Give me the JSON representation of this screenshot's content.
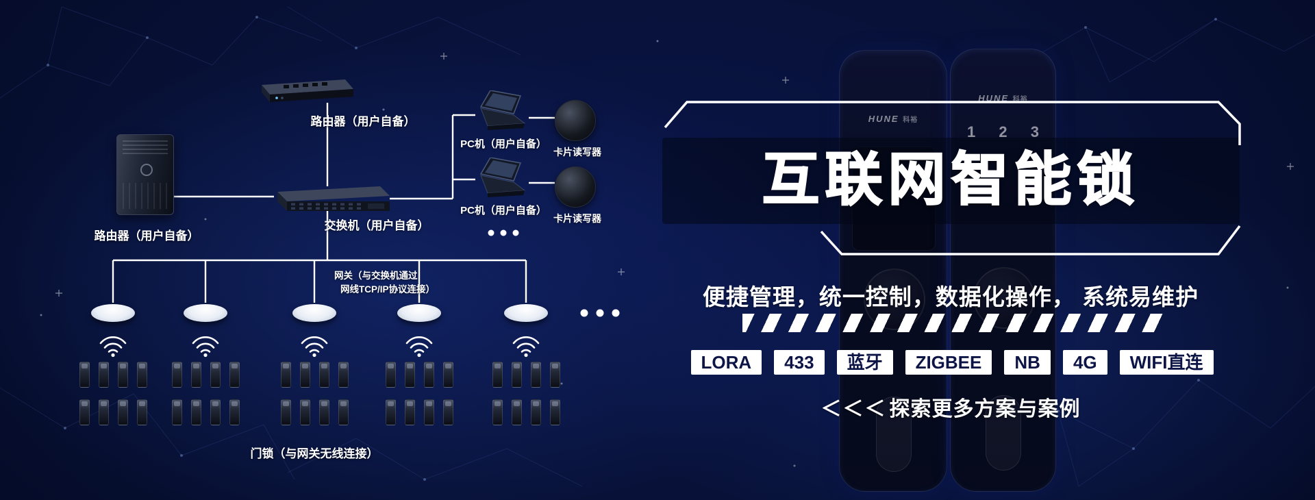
{
  "hero": {
    "title": "互联网智能锁",
    "subtitle": "便捷管理，统一控制，数据化操作，  系统易维护",
    "badges": [
      "LORA",
      "433",
      "蓝牙",
      "ZIGBEE",
      "NB",
      "4G",
      "WIFI直连"
    ],
    "cta_arrows": "＜＜＜",
    "cta_label": "探索更多方案与案例",
    "locks": {
      "brand": "HUNE",
      "brand_cn": "科裕",
      "keypad_row": "1 2 3"
    }
  },
  "diagram": {
    "router_top_label": "路由器（用户自备）",
    "server_label": "路由器（用户自备）",
    "switch_label": "交换机（用户自备）",
    "pc_rows": [
      {
        "pc_label": "PC机（用户自备）",
        "reader_label": "卡片读写器"
      },
      {
        "pc_label": "PC机（用户自备）",
        "reader_label": "卡片读写器"
      }
    ],
    "gateway_note": [
      "网关（与交换机通过",
      "网线TCP/IP协议连接）"
    ],
    "locks_label": "门锁（与网关无线连接）"
  },
  "colors": {
    "background_deep": "#03071f",
    "background_mid": "#081238",
    "line_white": "#ffffff",
    "badge_bg": "#ffffff",
    "badge_text": "#0c1546"
  }
}
